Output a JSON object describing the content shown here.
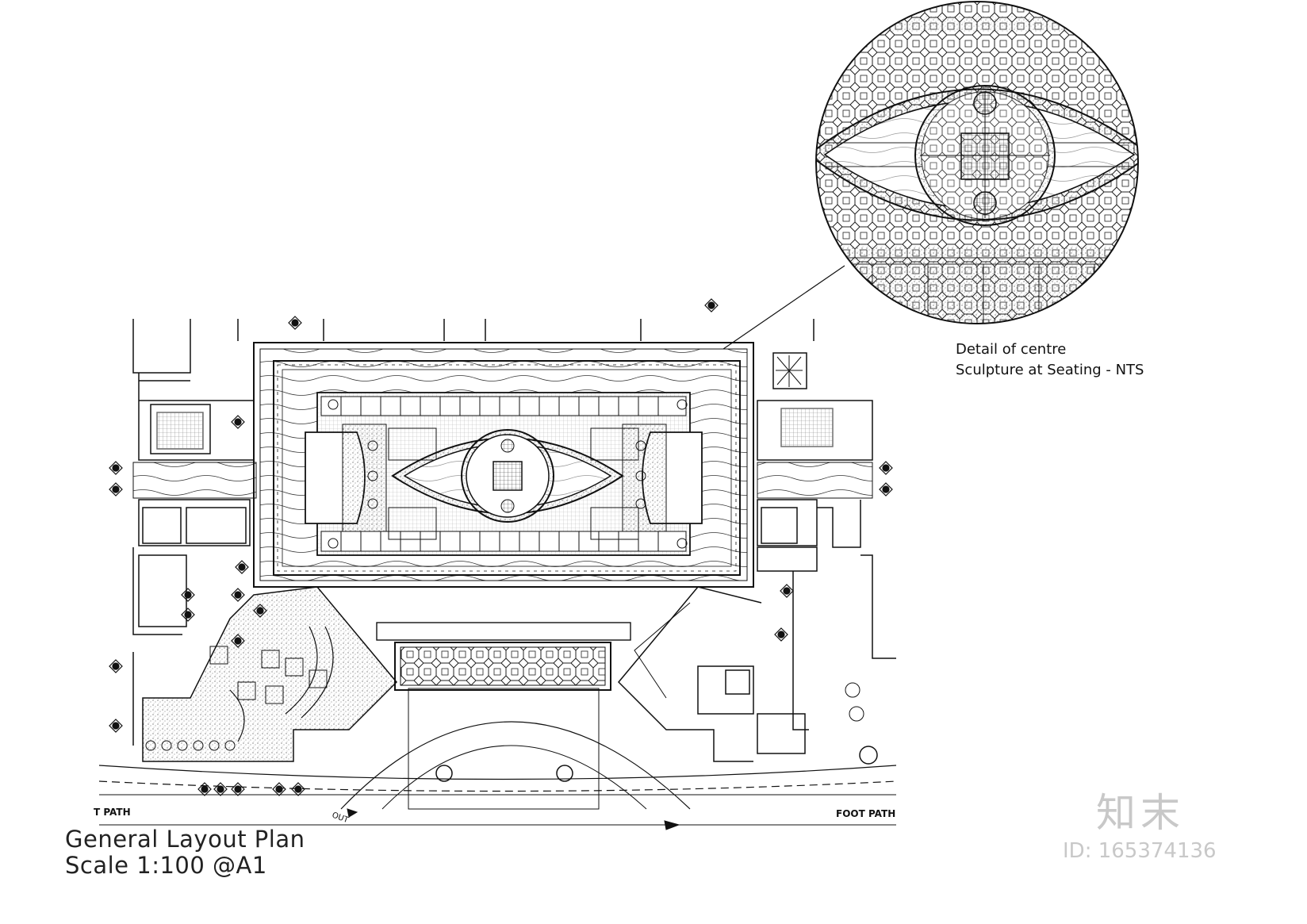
{
  "detail_caption": {
    "line1": "Detail of centre",
    "line2": "Sculpture at Seating - NTS"
  },
  "plan_title": {
    "line1": "General Layout Plan",
    "line2": "Scale  1:100 @A1"
  },
  "path_labels": {
    "left": "T PATH",
    "right": "FOOT PATH",
    "out": "OUT"
  },
  "watermark": {
    "brand": "知末",
    "id": "ID: 165374136"
  }
}
